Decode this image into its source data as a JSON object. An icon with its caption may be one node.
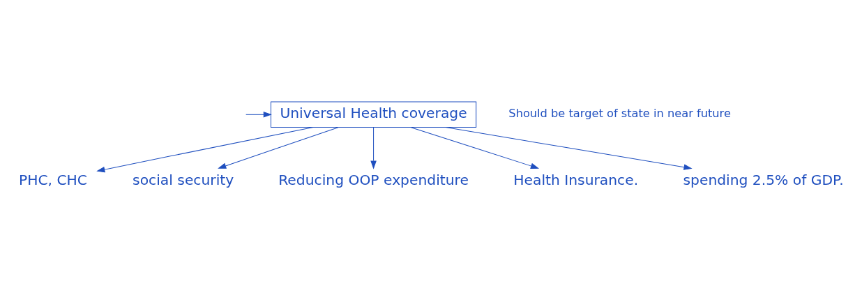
{
  "diagram": {
    "nodes": [
      {
        "text": [
          "Universal Health coverage"
        ],
        "beside": [
          "Should be target of state in near future"
        ]
      },
      {
        "text": [
          "PHC, CHC"
        ]
      },
      {
        "text": [
          "social security"
        ]
      },
      {
        "text": [
          "Reducing OOP expenditure"
        ]
      },
      {
        "text": [
          "Health Insurance."
        ]
      },
      {
        "text": [
          "spending 2.5% of GDP."
        ]
      }
    ],
    "edges": [
      {
        "from": null,
        "to": 0,
        "arrow": "to"
      },
      {
        "from": 0,
        "to": 1,
        "arrow": "to"
      },
      {
        "from": 0,
        "to": 2,
        "arrow": "to"
      },
      {
        "from": 0,
        "to": 3,
        "arrow": "to"
      },
      {
        "from": 0,
        "to": 4,
        "arrow": "to"
      },
      {
        "from": 0,
        "to": 5,
        "arrow": "to"
      }
    ]
  }
}
